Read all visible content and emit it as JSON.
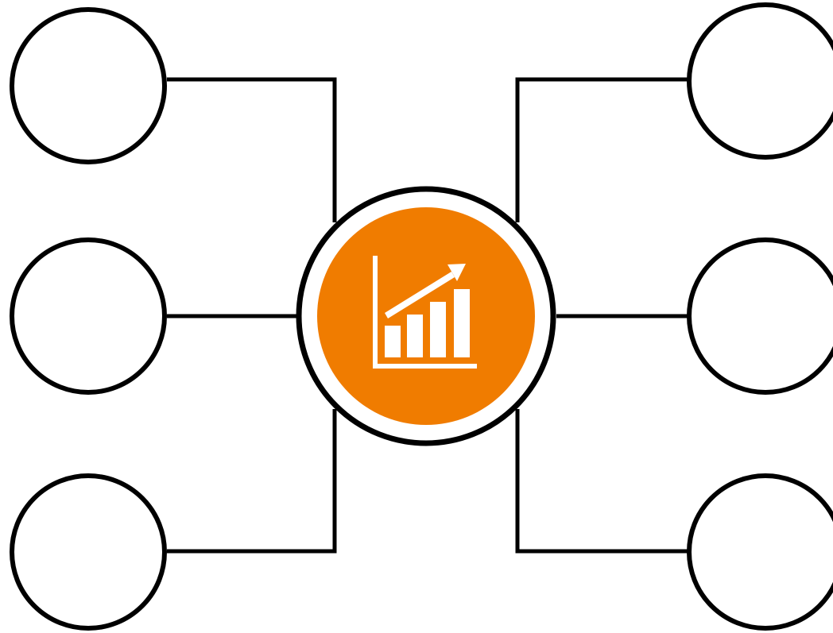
{
  "diagram": {
    "type": "hub-and-spoke",
    "hub": {
      "icon": "bar-chart-growth-icon",
      "fill_color": "#F07C00",
      "ring_color": "#000000",
      "icon_color": "#FFFFFF"
    },
    "nodes": [
      {
        "side": "left",
        "position": "top",
        "label": ""
      },
      {
        "side": "left",
        "position": "middle",
        "label": ""
      },
      {
        "side": "left",
        "position": "bottom",
        "label": ""
      },
      {
        "side": "right",
        "position": "top",
        "label": ""
      },
      {
        "side": "right",
        "position": "middle",
        "label": ""
      },
      {
        "side": "right",
        "position": "bottom",
        "label": ""
      }
    ],
    "stroke_color": "#000000",
    "background_color": "#FFFFFF"
  }
}
